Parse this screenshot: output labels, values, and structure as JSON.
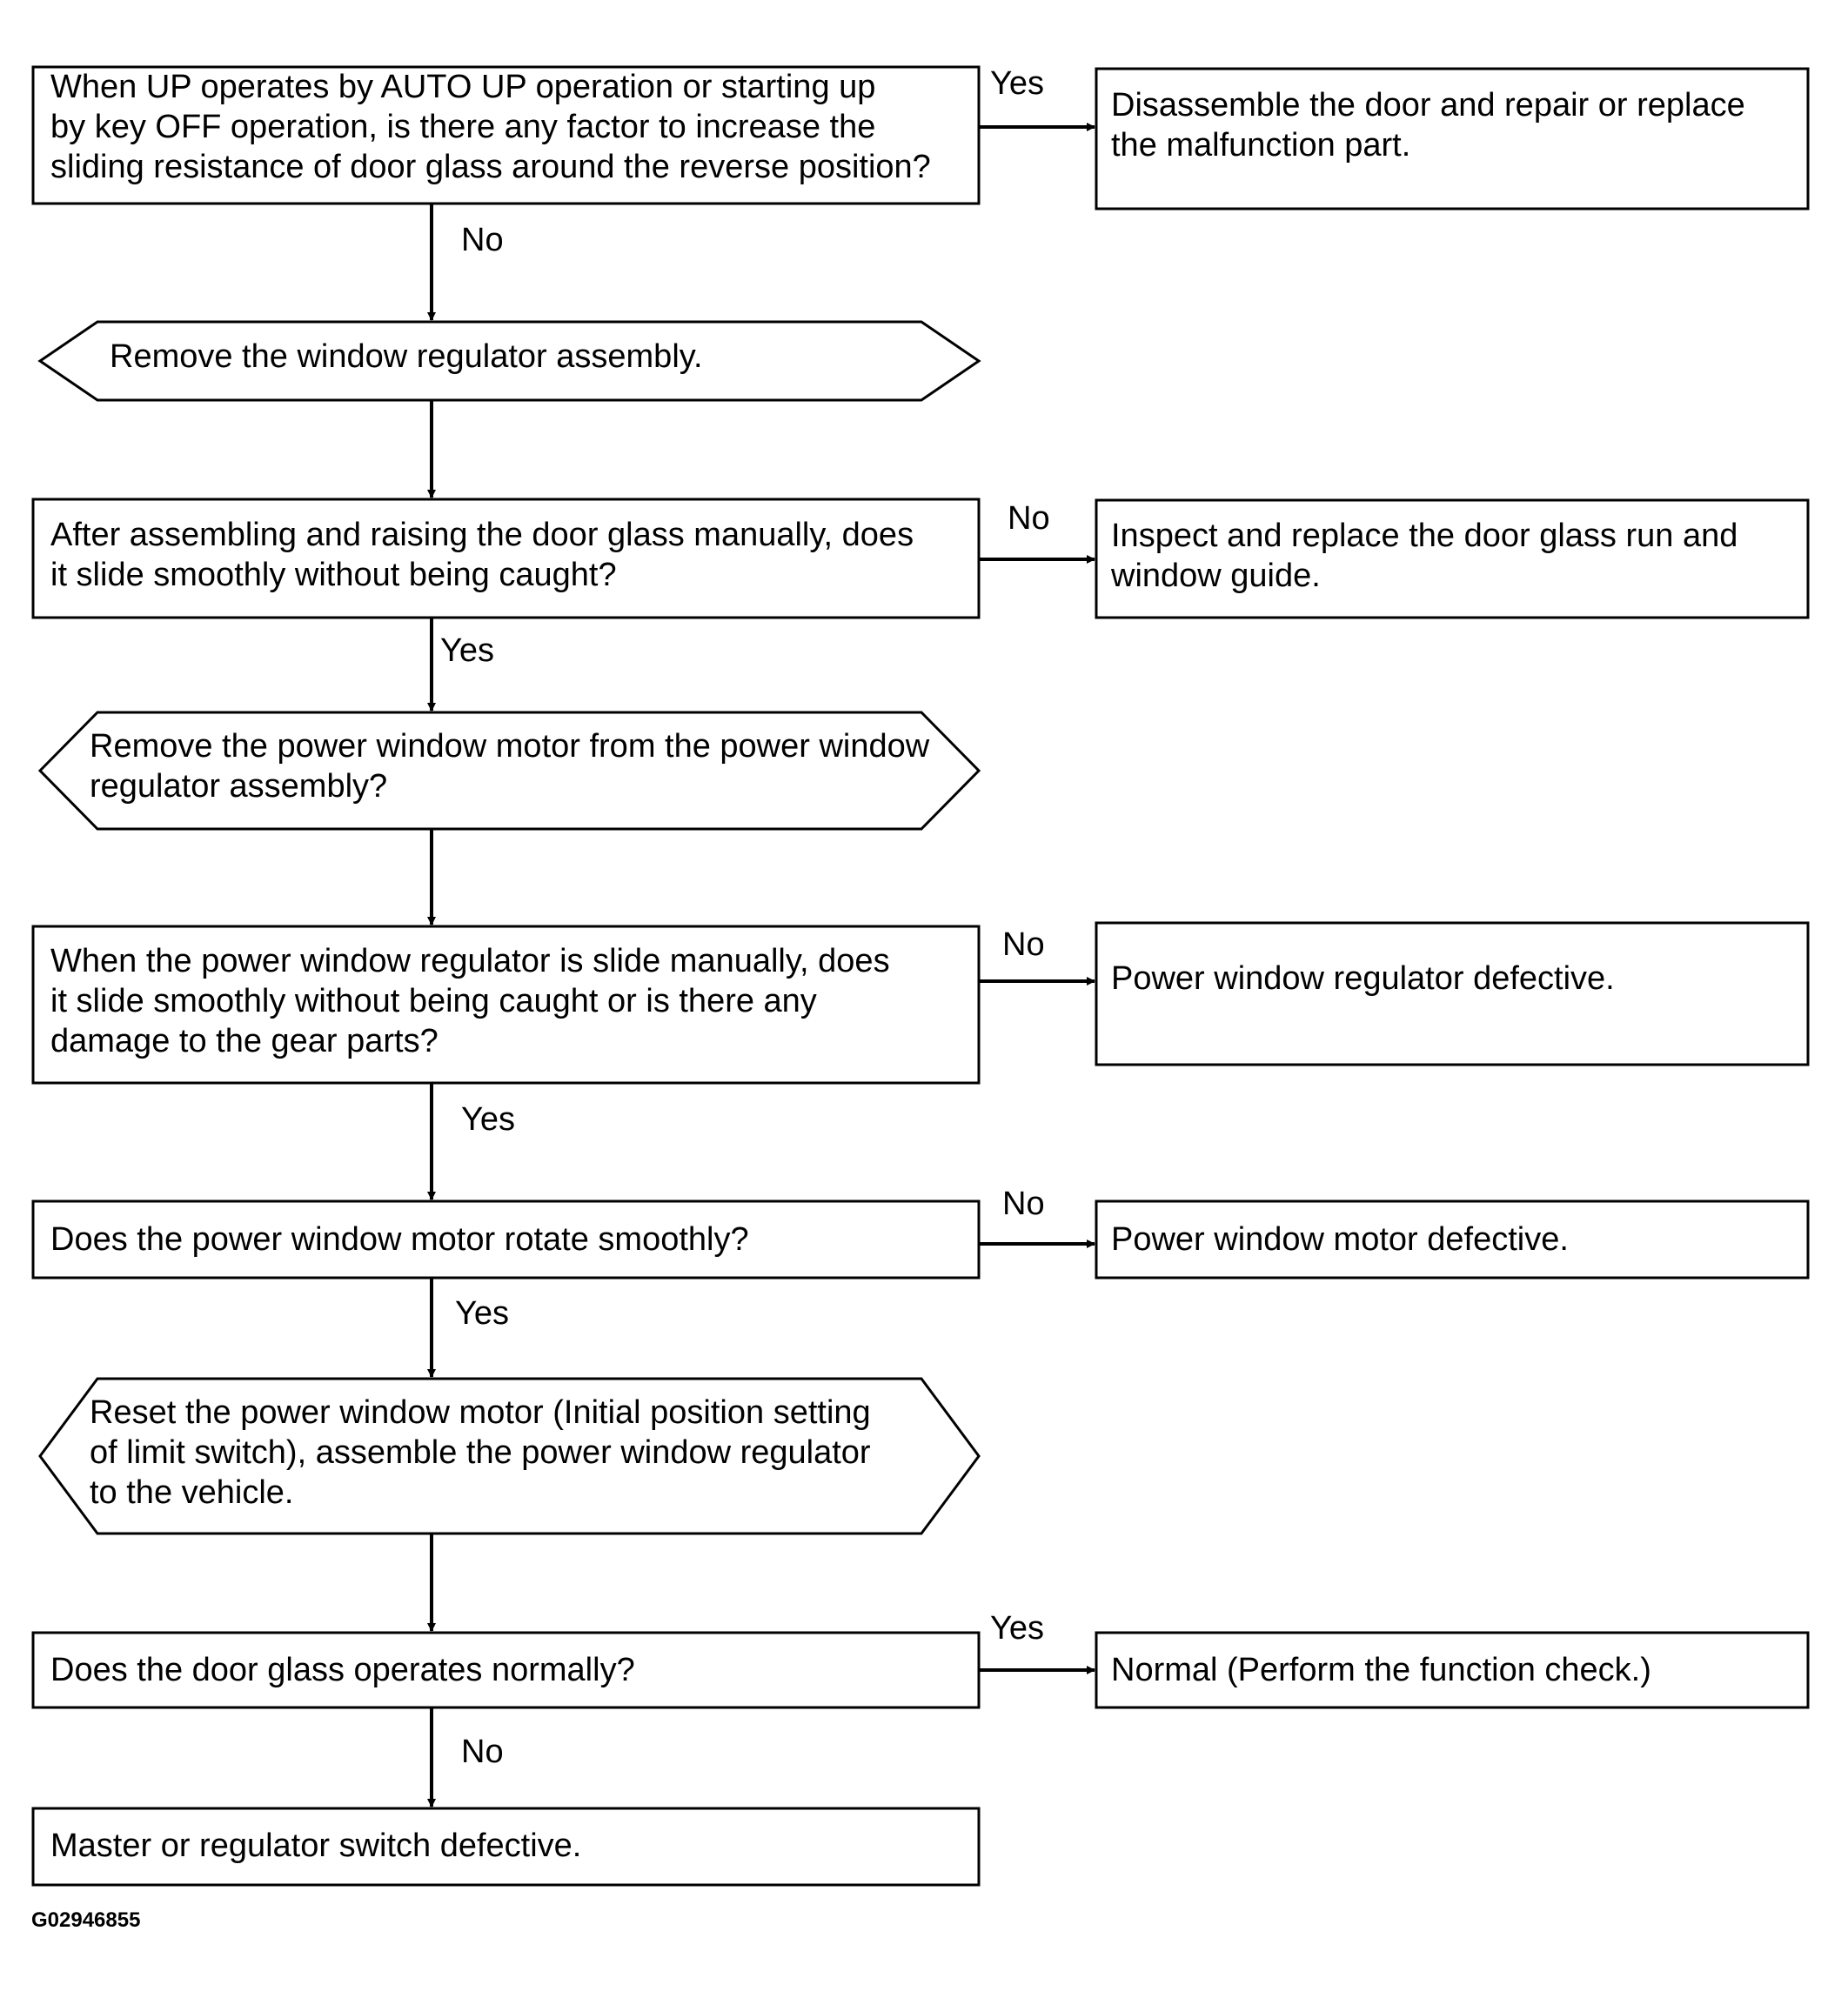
{
  "nodes": [
    {
      "id": "q1",
      "shape": "rect",
      "lines": [
        "When UP operates by AUTO UP operation or starting up",
        "by key OFF operation, is there any factor to increase the",
        "sliding resistance of door glass around the reverse position?"
      ]
    },
    {
      "id": "r1",
      "shape": "rect",
      "lines": [
        "Disassemble the door and repair or replace",
        "the malfunction part."
      ]
    },
    {
      "id": "a1",
      "shape": "hexagon",
      "lines": [
        "Remove the window regulator assembly."
      ]
    },
    {
      "id": "q2",
      "shape": "rect",
      "lines": [
        "After assembling and raising the door glass manually, does",
        "it slide smoothly without being caught?"
      ]
    },
    {
      "id": "r2",
      "shape": "rect",
      "lines": [
        "Inspect and replace the door glass run and",
        "window guide."
      ]
    },
    {
      "id": "a2",
      "shape": "hexagon",
      "lines": [
        "Remove the power window motor from the power window",
        "regulator assembly?"
      ]
    },
    {
      "id": "q3",
      "shape": "rect",
      "lines": [
        "When the power window regulator is slide manually, does",
        "it slide smoothly without being caught or is there any",
        "damage to the gear parts?"
      ]
    },
    {
      "id": "r3",
      "shape": "rect",
      "lines": [
        "Power window regulator defective."
      ]
    },
    {
      "id": "q4",
      "shape": "rect",
      "lines": [
        "Does the power window motor rotate smoothly?"
      ]
    },
    {
      "id": "r4",
      "shape": "rect",
      "lines": [
        "Power window motor defective."
      ]
    },
    {
      "id": "a3",
      "shape": "hexagon",
      "lines": [
        "Reset the power window motor (Initial position setting",
        "of limit switch), assemble the power window regulator",
        "to the vehicle."
      ]
    },
    {
      "id": "q5",
      "shape": "rect",
      "lines": [
        "Does the door glass operates normally?"
      ]
    },
    {
      "id": "r5",
      "shape": "rect",
      "lines": [
        "Normal (Perform the function check.)"
      ]
    },
    {
      "id": "e1",
      "shape": "rect",
      "lines": [
        "Master or regulator switch defective."
      ]
    }
  ],
  "edges": [
    {
      "from": "q1",
      "to": "r1",
      "label": "Yes"
    },
    {
      "from": "q1",
      "to": "a1",
      "label": "No"
    },
    {
      "from": "a1",
      "to": "q2",
      "label": ""
    },
    {
      "from": "q2",
      "to": "r2",
      "label": "No"
    },
    {
      "from": "q2",
      "to": "a2",
      "label": "Yes"
    },
    {
      "from": "a2",
      "to": "q3",
      "label": ""
    },
    {
      "from": "q3",
      "to": "r3",
      "label": "No"
    },
    {
      "from": "q3",
      "to": "q4",
      "label": "Yes"
    },
    {
      "from": "q4",
      "to": "r4",
      "label": "No"
    },
    {
      "from": "q4",
      "to": "a3",
      "label": "Yes"
    },
    {
      "from": "a3",
      "to": "q5",
      "label": ""
    },
    {
      "from": "q5",
      "to": "r5",
      "label": "Yes"
    },
    {
      "from": "q5",
      "to": "e1",
      "label": "No"
    }
  ],
  "reference_code": "G02946855"
}
